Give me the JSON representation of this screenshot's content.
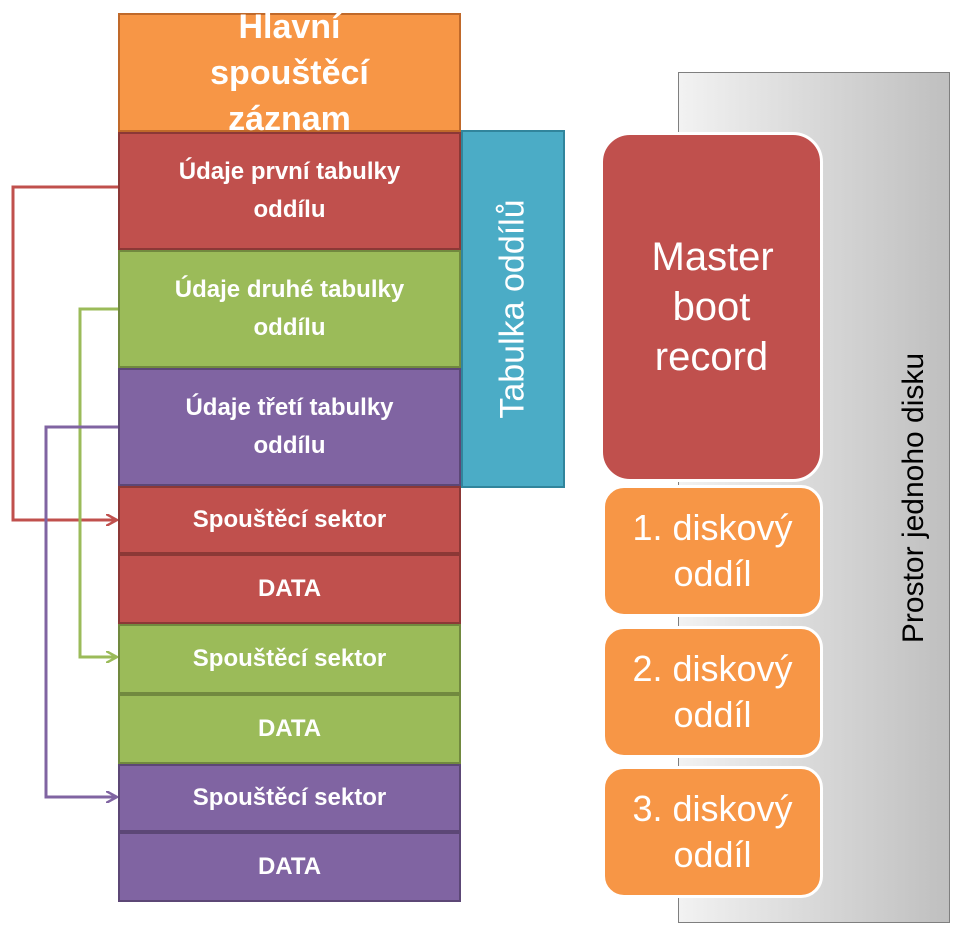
{
  "left_stack": {
    "mbr_title": "Hlavní spouštěcí záznam",
    "entry1": "Údaje první tabulky oddílu",
    "entry2": "Údaje druhé tabulky oddílu",
    "entry3": "Údaje třetí tabulky oddílu",
    "boot1": "Spouštěcí sektor",
    "data1": "DATA",
    "boot2": "Spouštěcí sektor",
    "data2": "DATA",
    "boot3": "Spouštěcí sektor",
    "data3": "DATA",
    "partition_table_label": "Tabulka oddílů"
  },
  "right_panel": {
    "disk_label": "Prostor jednoho disku",
    "mbr_label": "Master boot record",
    "part1": "1. diskový oddíl",
    "part2": "2. diskový oddíl",
    "part3": "3. diskový oddíl"
  },
  "colors": {
    "orange": "#f79646",
    "red": "#c0504d",
    "green": "#9bbb59",
    "purple": "#8064a2",
    "blue": "#4bacc6"
  }
}
